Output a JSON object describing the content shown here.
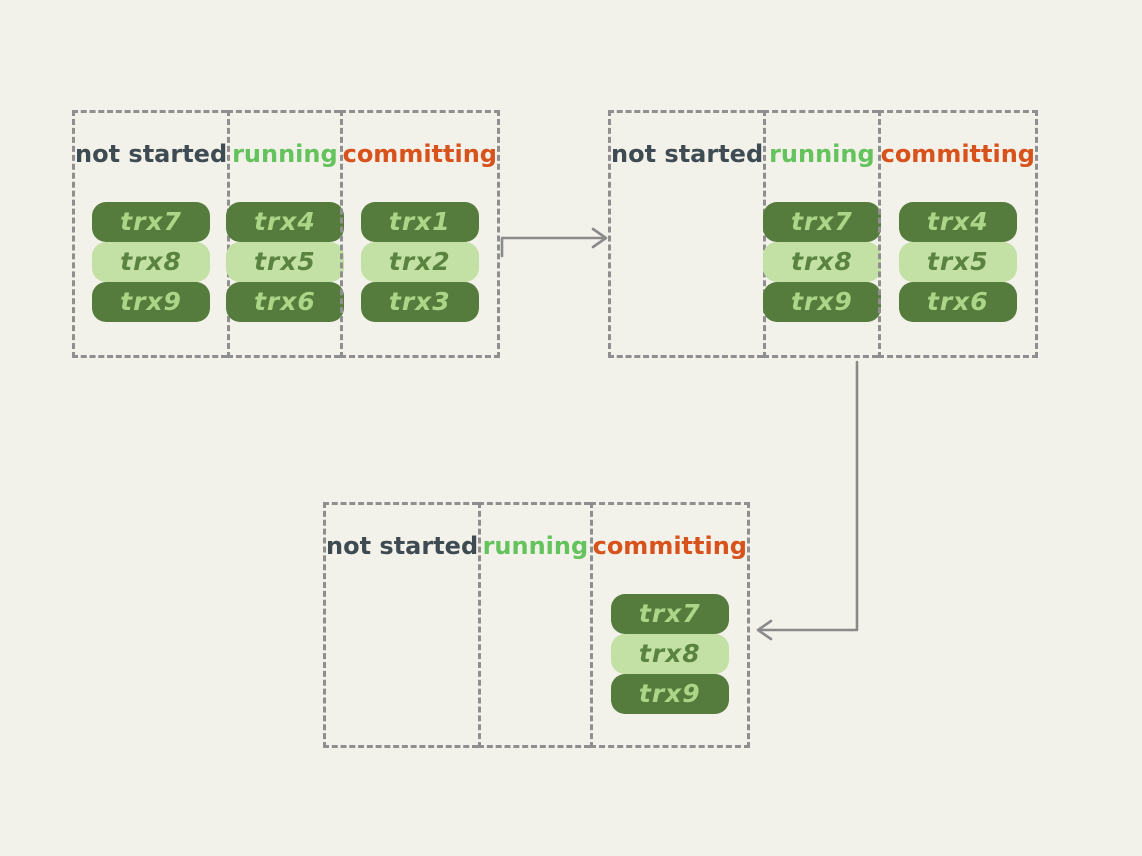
{
  "colors": {
    "background": "#f2f1ea",
    "border": "#8f8f8f",
    "arrow": "#8a8a8a",
    "header_not_started": "#3e4b52",
    "header_running": "#64c35c",
    "header_committing": "#d8521b",
    "pill_dark_bg": "#567c3d",
    "pill_dark_text": "#abd687",
    "pill_light_bg": "#c3e0a5",
    "pill_light_text": "#5a833f"
  },
  "groups": [
    {
      "name": "stage-1",
      "columns": [
        {
          "header": "not started",
          "kind": "not-started",
          "pills": [
            {
              "label": "trx7",
              "variant": "dark"
            },
            {
              "label": "trx8",
              "variant": "light"
            },
            {
              "label": "trx9",
              "variant": "dark"
            }
          ]
        },
        {
          "header": "running",
          "kind": "running",
          "pills": [
            {
              "label": "trx4",
              "variant": "dark"
            },
            {
              "label": "trx5",
              "variant": "light"
            },
            {
              "label": "trx6",
              "variant": "dark"
            }
          ]
        },
        {
          "header": "committing",
          "kind": "committing",
          "pills": [
            {
              "label": "trx1",
              "variant": "dark"
            },
            {
              "label": "trx2",
              "variant": "light"
            },
            {
              "label": "trx3",
              "variant": "dark"
            }
          ]
        }
      ]
    },
    {
      "name": "stage-2",
      "columns": [
        {
          "header": "not started",
          "kind": "not-started",
          "pills": []
        },
        {
          "header": "running",
          "kind": "running",
          "pills": [
            {
              "label": "trx7",
              "variant": "dark"
            },
            {
              "label": "trx8",
              "variant": "light"
            },
            {
              "label": "trx9",
              "variant": "dark"
            }
          ]
        },
        {
          "header": "committing",
          "kind": "committing",
          "pills": [
            {
              "label": "trx4",
              "variant": "dark"
            },
            {
              "label": "trx5",
              "variant": "light"
            },
            {
              "label": "trx6",
              "variant": "dark"
            }
          ]
        }
      ]
    },
    {
      "name": "stage-3",
      "columns": [
        {
          "header": "not started",
          "kind": "not-started",
          "pills": []
        },
        {
          "header": "running",
          "kind": "running",
          "pills": []
        },
        {
          "header": "committing",
          "kind": "committing",
          "pills": [
            {
              "label": "trx7",
              "variant": "dark"
            },
            {
              "label": "trx8",
              "variant": "light"
            },
            {
              "label": "trx9",
              "variant": "dark"
            }
          ]
        }
      ]
    }
  ]
}
